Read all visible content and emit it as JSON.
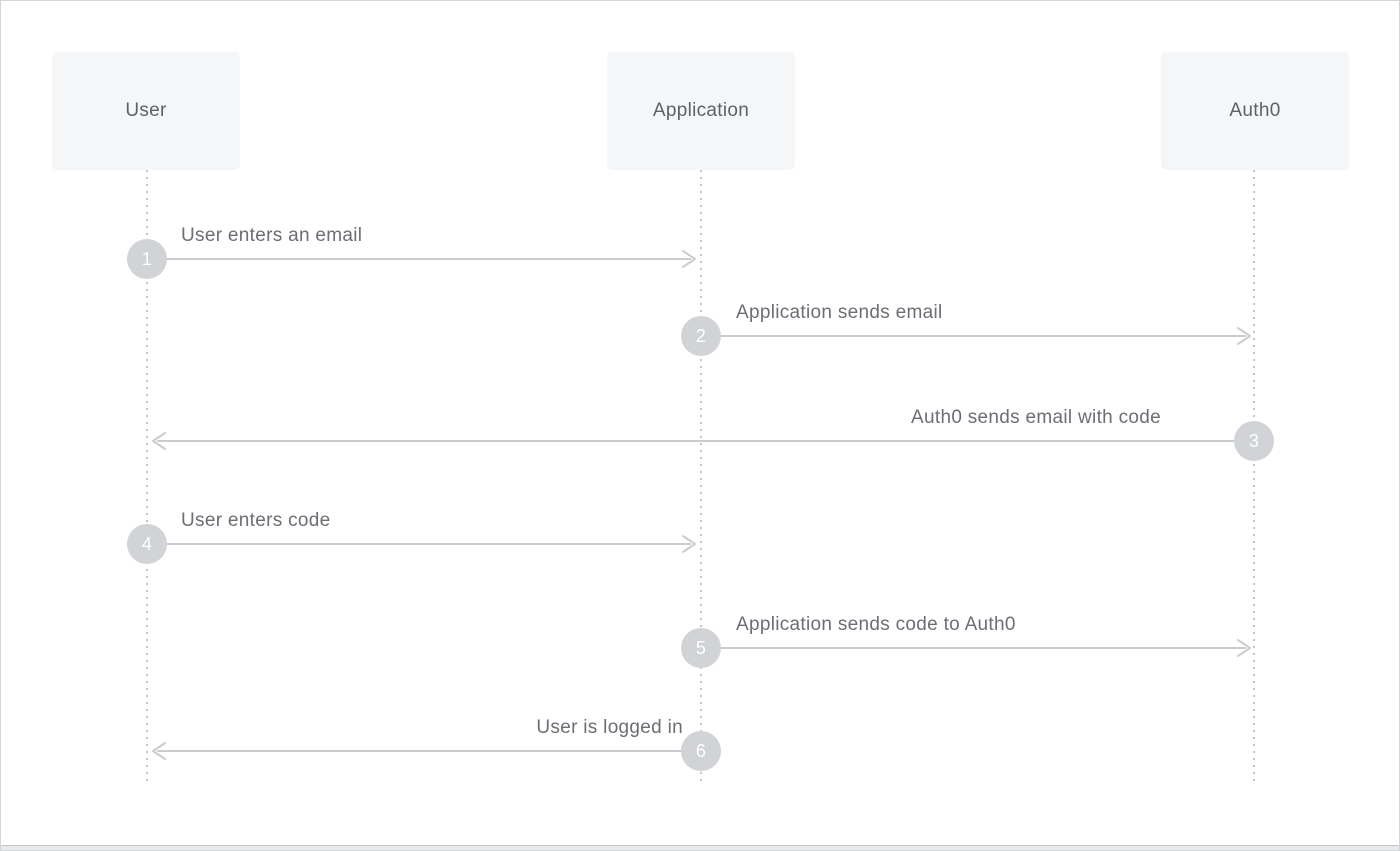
{
  "actors": [
    {
      "name": "User"
    },
    {
      "name": "Application"
    },
    {
      "name": "Auth0"
    }
  ],
  "messages": [
    {
      "number": "1",
      "label": "User enters an email",
      "from": "User",
      "to": "Application",
      "direction": "right"
    },
    {
      "number": "2",
      "label": "Application sends email",
      "from": "Application",
      "to": "Auth0",
      "direction": "right"
    },
    {
      "number": "3",
      "label": "Auth0 sends email with code",
      "from": "Auth0",
      "to": "User",
      "direction": "left"
    },
    {
      "number": "4",
      "label": "User enters code",
      "from": "User",
      "to": "Application",
      "direction": "right"
    },
    {
      "number": "5",
      "label": "Application sends code to Auth0",
      "from": "Application",
      "to": "Auth0",
      "direction": "right"
    },
    {
      "number": "6",
      "label": "User is logged in",
      "from": "Application",
      "to": "User",
      "direction": "left"
    }
  ],
  "colors": {
    "background": "#ffffff",
    "frame_border": "#d5d6d9",
    "actor_box_bg": "#f5f6f8",
    "actor_text": "#60606a",
    "lifeline": "#c5c6ca",
    "arrow": "#cbccd0",
    "step_circle_bg": "#d2d3d6",
    "step_circle_text": "#ffffff",
    "label_text": "#6d6d75"
  }
}
